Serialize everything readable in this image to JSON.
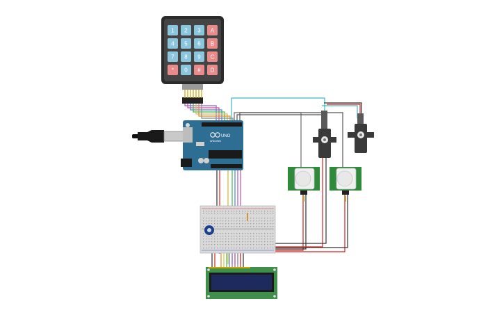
{
  "keypad": {
    "keys": [
      {
        "label": "1",
        "type": "num"
      },
      {
        "label": "2",
        "type": "num"
      },
      {
        "label": "3",
        "type": "num"
      },
      {
        "label": "A",
        "type": "letter"
      },
      {
        "label": "4",
        "type": "num"
      },
      {
        "label": "5",
        "type": "num"
      },
      {
        "label": "6",
        "type": "num"
      },
      {
        "label": "B",
        "type": "letter"
      },
      {
        "label": "7",
        "type": "num"
      },
      {
        "label": "8",
        "type": "num"
      },
      {
        "label": "9",
        "type": "num"
      },
      {
        "label": "C",
        "type": "letter"
      },
      {
        "label": "*",
        "type": "letter"
      },
      {
        "label": "0",
        "type": "num"
      },
      {
        "label": "#",
        "type": "letter"
      },
      {
        "label": "D",
        "type": "letter"
      }
    ]
  },
  "arduino": {
    "board_label": "UNO",
    "brand_label": "ARDUINO"
  },
  "colors": {
    "keypad_body": "#2b2b2b",
    "key_num": "#8cc6de",
    "key_letter": "#e98b8b",
    "arduino_board": "#2f6e93",
    "breadboard": "#d9d9d9",
    "lcd_pcb": "#3f8f4a",
    "lcd_screen": "#1c2a5e",
    "pir_pcb": "#2f8a3c",
    "servo_body": "#3a3a3a",
    "wire_red": "#e02020",
    "wire_black": "#303030",
    "wire_teal": "#3fb8c4",
    "wire_gray": "#707070"
  }
}
